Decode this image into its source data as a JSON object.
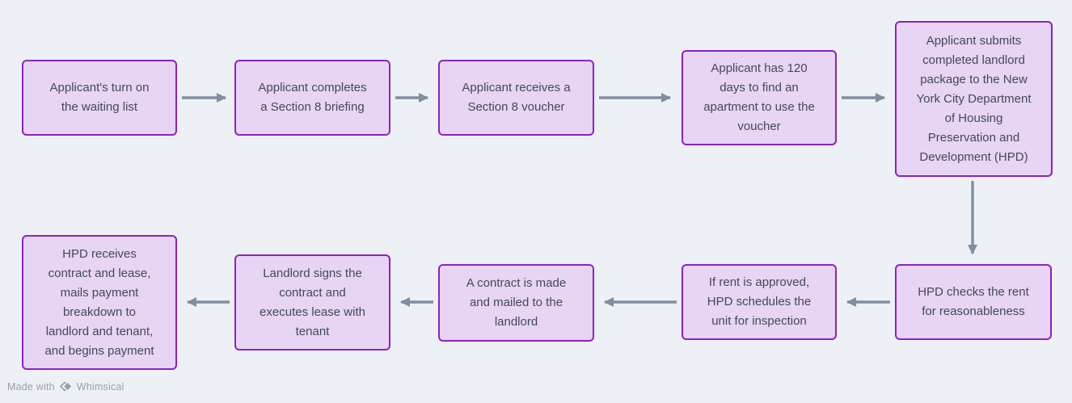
{
  "page": {
    "background_color": "#edf1f5",
    "type": "flowchart"
  },
  "style": {
    "node_fill_color": "#e8d4f4",
    "node_border_color": "#8b22c8",
    "node_text_color": "#414a5e",
    "arrow_color": "#7f8ea0",
    "watermark_color": "#96a0ac"
  },
  "flowchart": {
    "nodes": [
      {
        "id": "waiting-list",
        "text": "Applicant's turn on\nthe waiting list"
      },
      {
        "id": "briefing",
        "text": "Applicant completes\na Section 8 briefing"
      },
      {
        "id": "voucher",
        "text": "Applicant receives a\nSection 8 voucher"
      },
      {
        "id": "find-apartment",
        "text": "Applicant has 120\ndays to find an\napartment to use the\nvoucher"
      },
      {
        "id": "submit-package",
        "text": "Applicant submits\ncompleted landlord\npackage to the New\nYork City Department\nof Housing\nPreservation and\nDevelopment (HPD)"
      },
      {
        "id": "rent-check",
        "text": "HPD checks the rent\nfor reasonableness"
      },
      {
        "id": "inspection",
        "text": "If rent is approved,\nHPD schedules the\nunit for inspection"
      },
      {
        "id": "contract-mailed",
        "text": "A contract is made\nand mailed to the\nlandlord"
      },
      {
        "id": "landlord-signs",
        "text": "Landlord signs the\ncontract and\nexecutes lease with\ntenant"
      },
      {
        "id": "hpd-receives",
        "text": "HPD receives\ncontract and lease,\nmails payment\nbreakdown to\nlandlord and tenant,\nand begins payment"
      }
    ],
    "edges": [
      {
        "from": "waiting-list",
        "to": "briefing",
        "direction": "right"
      },
      {
        "from": "briefing",
        "to": "voucher",
        "direction": "right"
      },
      {
        "from": "voucher",
        "to": "find-apartment",
        "direction": "right"
      },
      {
        "from": "find-apartment",
        "to": "submit-package",
        "direction": "right"
      },
      {
        "from": "submit-package",
        "to": "rent-check",
        "direction": "down"
      },
      {
        "from": "rent-check",
        "to": "inspection",
        "direction": "left"
      },
      {
        "from": "inspection",
        "to": "contract-mailed",
        "direction": "left"
      },
      {
        "from": "contract-mailed",
        "to": "landlord-signs",
        "direction": "left"
      },
      {
        "from": "landlord-signs",
        "to": "hpd-receives",
        "direction": "left"
      }
    ]
  },
  "watermark": {
    "made_with": "Made with",
    "brand": "Whimsical",
    "logo": "whimsical-diamond-icon"
  }
}
